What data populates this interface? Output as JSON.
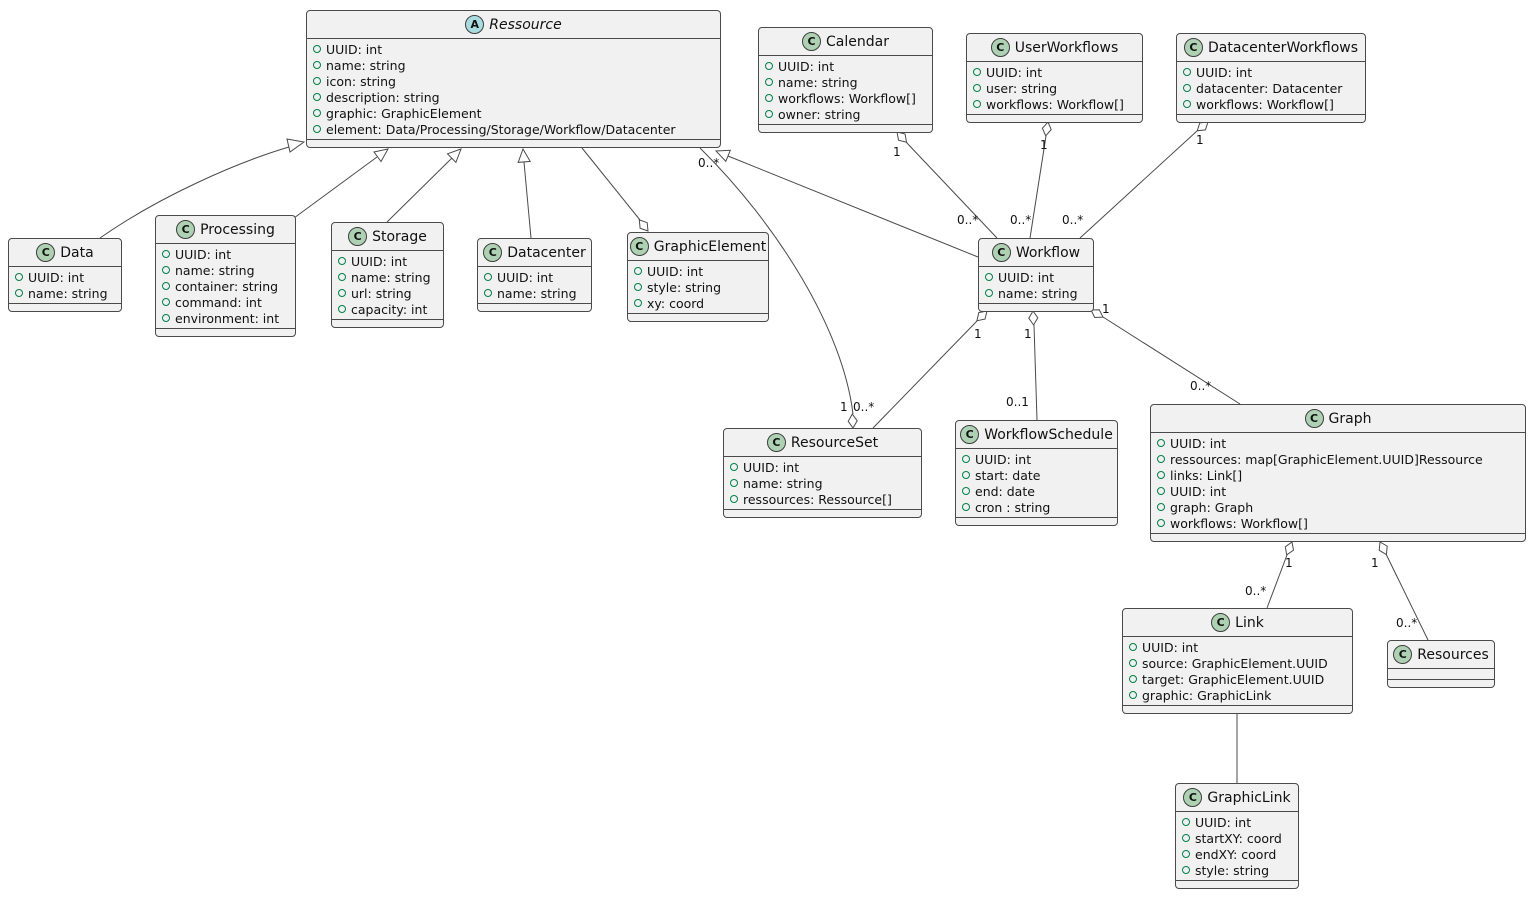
{
  "diagram_type": "uml-class-diagram",
  "colors": {
    "background": "#ffffff",
    "box_fill": "#f1f1f1",
    "border": "#4a4a4a",
    "class_spot_fill": "#ADD1B2",
    "abstract_spot_fill": "#A9DCDF",
    "field_icon_color": "#038048"
  },
  "classes": [
    {
      "name": "Ressource",
      "icon": "A",
      "kind": "abstract class",
      "attrs": [
        "UUID: int",
        "name: string",
        "icon: string",
        "description: string",
        "graphic: GraphicElement",
        "element: Data/Processing/Storage/Workflow/Datacenter"
      ]
    },
    {
      "name": "Calendar",
      "icon": "C",
      "kind": "class",
      "attrs": [
        "UUID: int",
        "name: string",
        "workflows: Workflow[]",
        "owner: string"
      ]
    },
    {
      "name": "UserWorkflows",
      "icon": "C",
      "kind": "class",
      "attrs": [
        "UUID: int",
        "user: string",
        "workflows: Workflow[]"
      ]
    },
    {
      "name": "DatacenterWorkflows",
      "icon": "C",
      "kind": "class",
      "attrs": [
        "UUID: int",
        "datacenter: Datacenter",
        "workflows: Workflow[]"
      ]
    },
    {
      "name": "Data",
      "icon": "C",
      "kind": "class",
      "attrs": [
        "UUID: int",
        "name: string"
      ]
    },
    {
      "name": "Processing",
      "icon": "C",
      "kind": "class",
      "attrs": [
        "UUID: int",
        "name: string",
        "container: string",
        "command: int",
        "environment: int"
      ]
    },
    {
      "name": "Storage",
      "icon": "C",
      "kind": "class",
      "attrs": [
        "UUID: int",
        "name: string",
        "url: string",
        "capacity: int"
      ]
    },
    {
      "name": "Datacenter",
      "icon": "C",
      "kind": "class",
      "attrs": [
        "UUID: int",
        "name: string"
      ]
    },
    {
      "name": "GraphicElement",
      "icon": "C",
      "kind": "class",
      "attrs": [
        "UUID: int",
        "style: string",
        "xy: coord"
      ]
    },
    {
      "name": "Workflow",
      "icon": "C",
      "kind": "class",
      "attrs": [
        "UUID: int",
        "name: string"
      ]
    },
    {
      "name": "ResourceSet",
      "icon": "C",
      "kind": "class",
      "attrs": [
        "UUID: int",
        "name: string",
        "ressources: Ressource[]"
      ]
    },
    {
      "name": "WorkflowSchedule",
      "icon": "C",
      "kind": "class",
      "attrs": [
        "UUID: int",
        "start: date",
        "end: date",
        "cron : string"
      ]
    },
    {
      "name": "Graph",
      "icon": "C",
      "kind": "class",
      "attrs": [
        "UUID: int",
        "ressources: map[GraphicElement.UUID]Ressource",
        "links: Link[]",
        "UUID: int",
        "graph: Graph",
        "workflows: Workflow[]"
      ]
    },
    {
      "name": "Link",
      "icon": "C",
      "kind": "class",
      "attrs": [
        "UUID: int",
        "source: GraphicElement.UUID",
        "target: GraphicElement.UUID",
        "graphic: GraphicLink"
      ]
    },
    {
      "name": "Resources",
      "icon": "C",
      "kind": "class",
      "attrs": []
    },
    {
      "name": "GraphicLink",
      "icon": "C",
      "kind": "class",
      "attrs": [
        "UUID: int",
        "startXY: coord",
        "endXY: coord",
        "style: string"
      ]
    }
  ],
  "associations": [
    {
      "from": "Calendar",
      "to": "Workflow",
      "type": "aggregation",
      "from_mult": "1",
      "to_mult": "0..*"
    },
    {
      "from": "UserWorkflows",
      "to": "Workflow",
      "type": "aggregation",
      "from_mult": "1",
      "to_mult": "0..*"
    },
    {
      "from": "DatacenterWorkflows",
      "to": "Workflow",
      "type": "aggregation",
      "from_mult": "1",
      "to_mult": "0..*"
    },
    {
      "from": "ResourceSet",
      "to": "Ressource",
      "type": "aggregation",
      "from_mult": "1",
      "to_mult": "0..*"
    },
    {
      "from": "Workflow",
      "to": "ResourceSet",
      "type": "aggregation",
      "from_mult": "1",
      "to_mult": "0..*"
    },
    {
      "from": "Workflow",
      "to": "WorkflowSchedule",
      "type": "aggregation",
      "from_mult": "1",
      "to_mult": "0..1"
    },
    {
      "from": "Workflow",
      "to": "Graph",
      "type": "aggregation",
      "from_mult": "1",
      "to_mult": "0..*"
    },
    {
      "from": "Graph",
      "to": "Link",
      "type": "aggregation",
      "from_mult": "1",
      "to_mult": "0..*"
    },
    {
      "from": "Graph",
      "to": "Resources",
      "type": "aggregation",
      "from_mult": "1",
      "to_mult": "0..*"
    },
    {
      "from": "GraphicElement",
      "to": "Ressource",
      "type": "aggregation",
      "from_mult": "",
      "to_mult": ""
    },
    {
      "from": "Link",
      "to": "GraphicLink",
      "type": "association",
      "from_mult": "",
      "to_mult": ""
    }
  ],
  "inheritances": [
    {
      "child": "Data",
      "parent": "Ressource"
    },
    {
      "child": "Processing",
      "parent": "Ressource"
    },
    {
      "child": "Storage",
      "parent": "Ressource"
    },
    {
      "child": "Datacenter",
      "parent": "Ressource"
    },
    {
      "child": "Workflow",
      "parent": "Ressource"
    }
  ]
}
